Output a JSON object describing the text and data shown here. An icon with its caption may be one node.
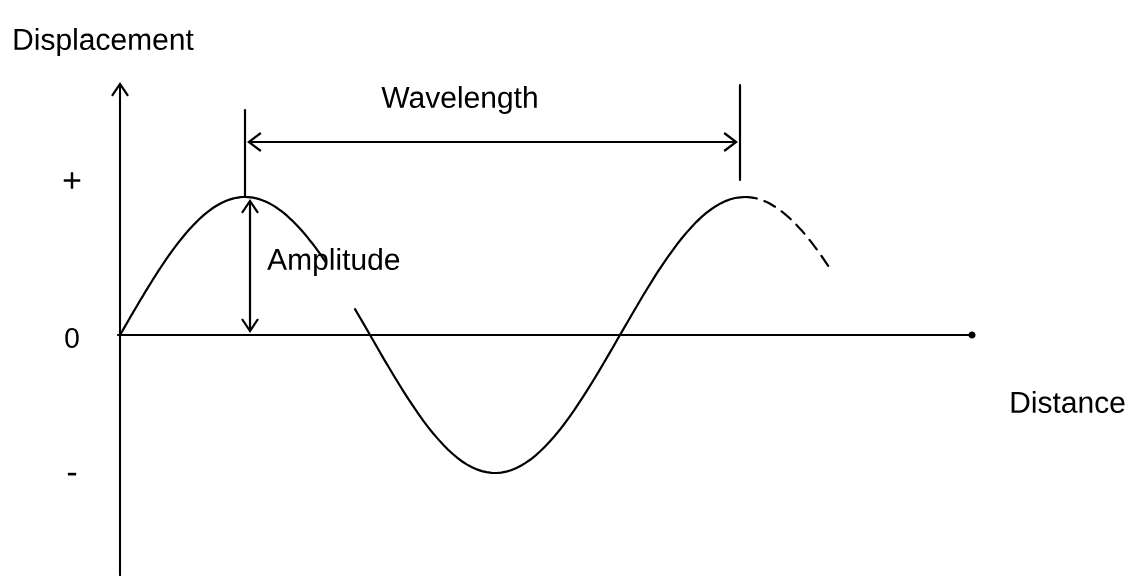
{
  "diagram": {
    "labels": [
      "Displacement",
      "Wavelength",
      "+",
      "Amplitude",
      "0",
      "Distance",
      "-"
    ]
  }
}
